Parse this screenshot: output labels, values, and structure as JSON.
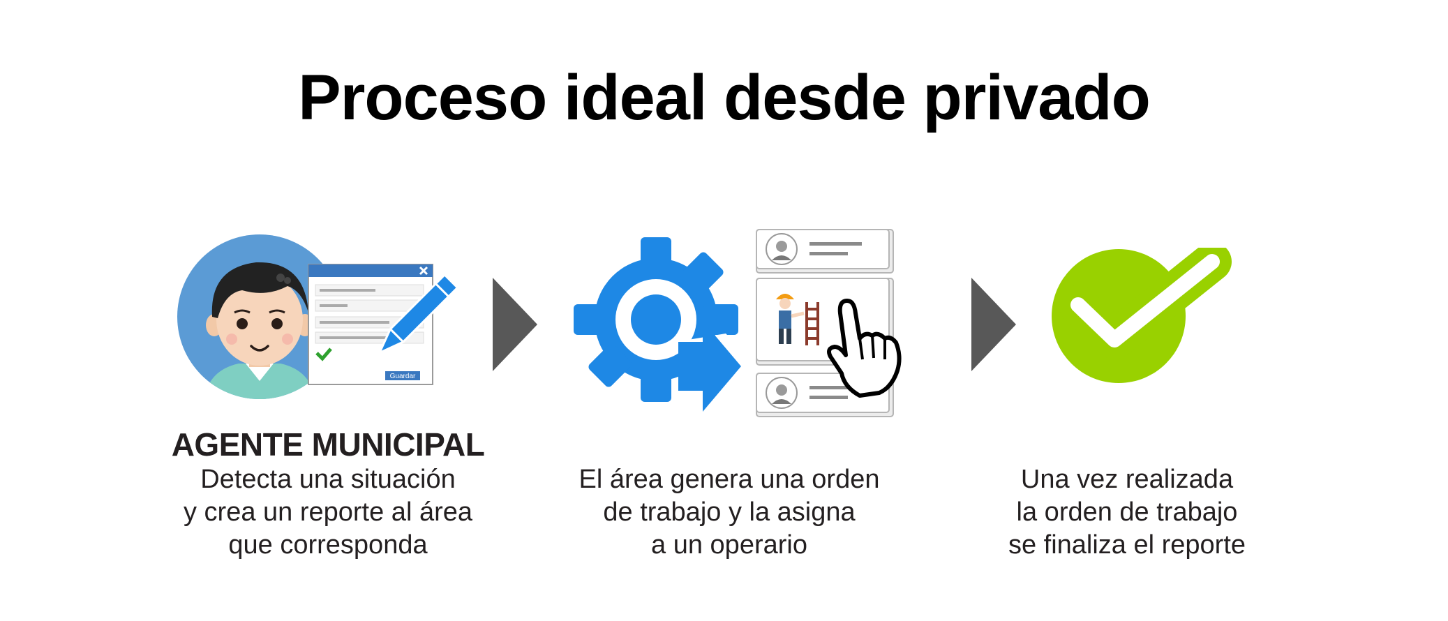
{
  "title": "Proceso ideal desde privado",
  "colors": {
    "agent_circle": "#5b9bd5",
    "form_header": "#3a78c0",
    "gear_blue": "#1e88e5",
    "arrow_grey": "#585858",
    "check_green": "#99d100"
  },
  "steps": [
    {
      "heading": "AGENTE MUNICIPAL",
      "lines": [
        "Detecta una situación",
        "y crea un reporte al área",
        "que corresponda"
      ],
      "form_button": "Guardar"
    },
    {
      "heading": "",
      "lines": [
        "El área genera una orden",
        "de trabajo y la asigna",
        "a un operario"
      ]
    },
    {
      "heading": "",
      "lines": [
        "Una vez realizada",
        "la orden de trabajo",
        "se finaliza el reporte"
      ]
    }
  ],
  "icons": [
    "agent-avatar-icon",
    "edit-form-icon",
    "pencil-icon",
    "gear-process-icon",
    "operator-cards-icon",
    "pointing-hand-icon",
    "next-arrow-icon",
    "checkmark-icon"
  ]
}
